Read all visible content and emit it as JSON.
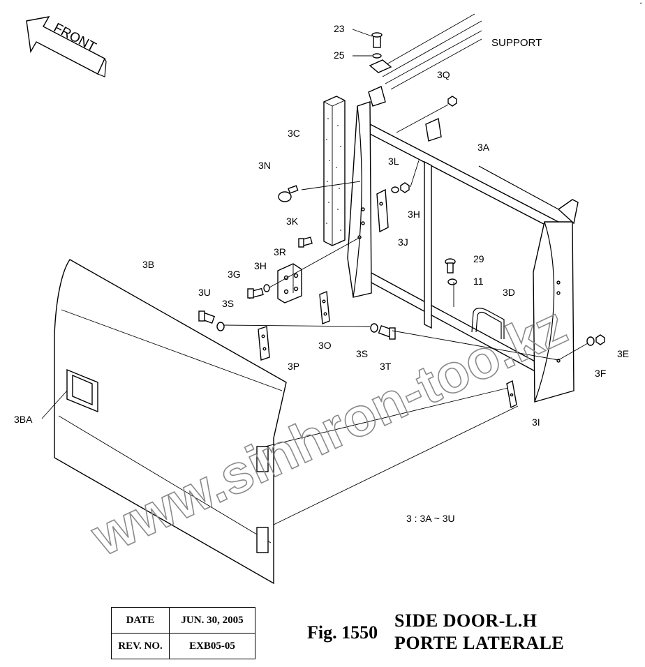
{
  "corner_mark": "◦",
  "header": {
    "front_label": "FRONT",
    "support_label": "SUPPORT"
  },
  "callouts": {
    "c23": "23",
    "c25": "25",
    "c3Q": "3Q",
    "c3C": "3C",
    "c3A": "3A",
    "c3N": "3N",
    "c3L": "3L",
    "c3H_top": "3H",
    "c3K": "3K",
    "c3J": "3J",
    "c3R": "3R",
    "c3B": "3B",
    "c3G": "3G",
    "c3H": "3H",
    "c3U": "3U",
    "c3S_left": "3S",
    "c3O": "3O",
    "c3P": "3P",
    "c3S_right": "3S",
    "c3T": "3T",
    "c29": "29",
    "c11": "11",
    "c3D": "3D",
    "c3E": "3E",
    "c3F": "3F",
    "c3I": "3I",
    "c3BA": "3BA"
  },
  "assembly_note": "3 : 3A ~ 3U",
  "watermark": "www.sinhron-too.kz",
  "info_table": {
    "date_label": "DATE",
    "date_value": "JUN. 30, 2005",
    "rev_label": "REV. NO.",
    "rev_value": "EXB05-05"
  },
  "figure": {
    "number": "Fig. 1550",
    "title_en": "SIDE DOOR-L.H",
    "title_fr": "PORTE LATERALE"
  }
}
